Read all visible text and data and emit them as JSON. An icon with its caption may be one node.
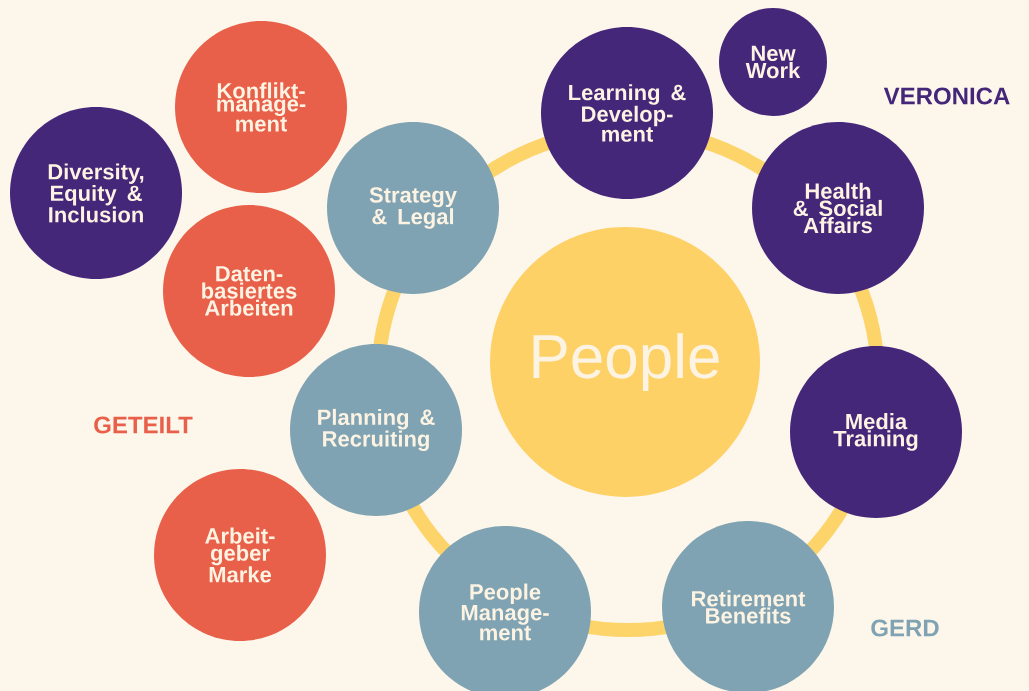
{
  "diagram": {
    "nodes": [
      {
        "text": [
          "People"
        ]
      },
      {
        "text": [
          "Konflikt- manage- ment"
        ]
      },
      {
        "text": [
          "Learning & Develop- ment"
        ]
      },
      {
        "text": [
          "New Work"
        ]
      },
      {
        "text": [
          "Diversity, Equity & Inclusion"
        ]
      },
      {
        "text": [
          "Strategy & Legal"
        ]
      },
      {
        "text": [
          "Health & Social Affairs"
        ]
      },
      {
        "text": [
          "Daten- basiertes Arbeiten"
        ]
      },
      {
        "text": [
          "Planning & Recruiting"
        ]
      },
      {
        "text": [
          "Media Training"
        ]
      },
      {
        "text": [
          "Arbeit- geber Marke"
        ]
      },
      {
        "text": [
          "People Manage- ment"
        ]
      },
      {
        "text": [
          "Retirement Benefits"
        ]
      }
    ],
    "labels": [
      "VERONICA",
      "GETEILT",
      "GERD"
    ]
  }
}
